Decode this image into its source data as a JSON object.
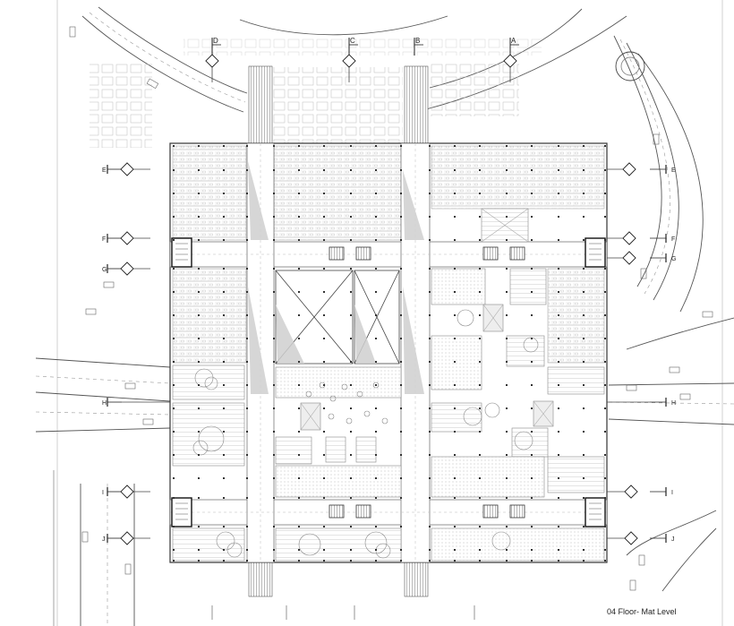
{
  "drawing": {
    "caption": "04 Floor- Mat Level",
    "section_markers": {
      "top": [
        {
          "letter": "D"
        },
        {
          "letter": "C"
        },
        {
          "letter": "B"
        },
        {
          "letter": "A"
        }
      ],
      "left": [
        {
          "letter": "E"
        },
        {
          "letter": "F"
        },
        {
          "letter": "G"
        },
        {
          "letter": "H"
        },
        {
          "letter": "I"
        },
        {
          "letter": "J"
        }
      ],
      "right": [
        {
          "letter": "E"
        },
        {
          "letter": "F"
        },
        {
          "letter": "G"
        },
        {
          "letter": "H"
        },
        {
          "letter": "I"
        },
        {
          "letter": "J"
        }
      ]
    },
    "colors": {
      "line": "#333333",
      "light_line": "#9a9a9a",
      "grid": "#c8c8c8",
      "fill_gray": "#d6d6d6",
      "background": "#ffffff"
    }
  }
}
